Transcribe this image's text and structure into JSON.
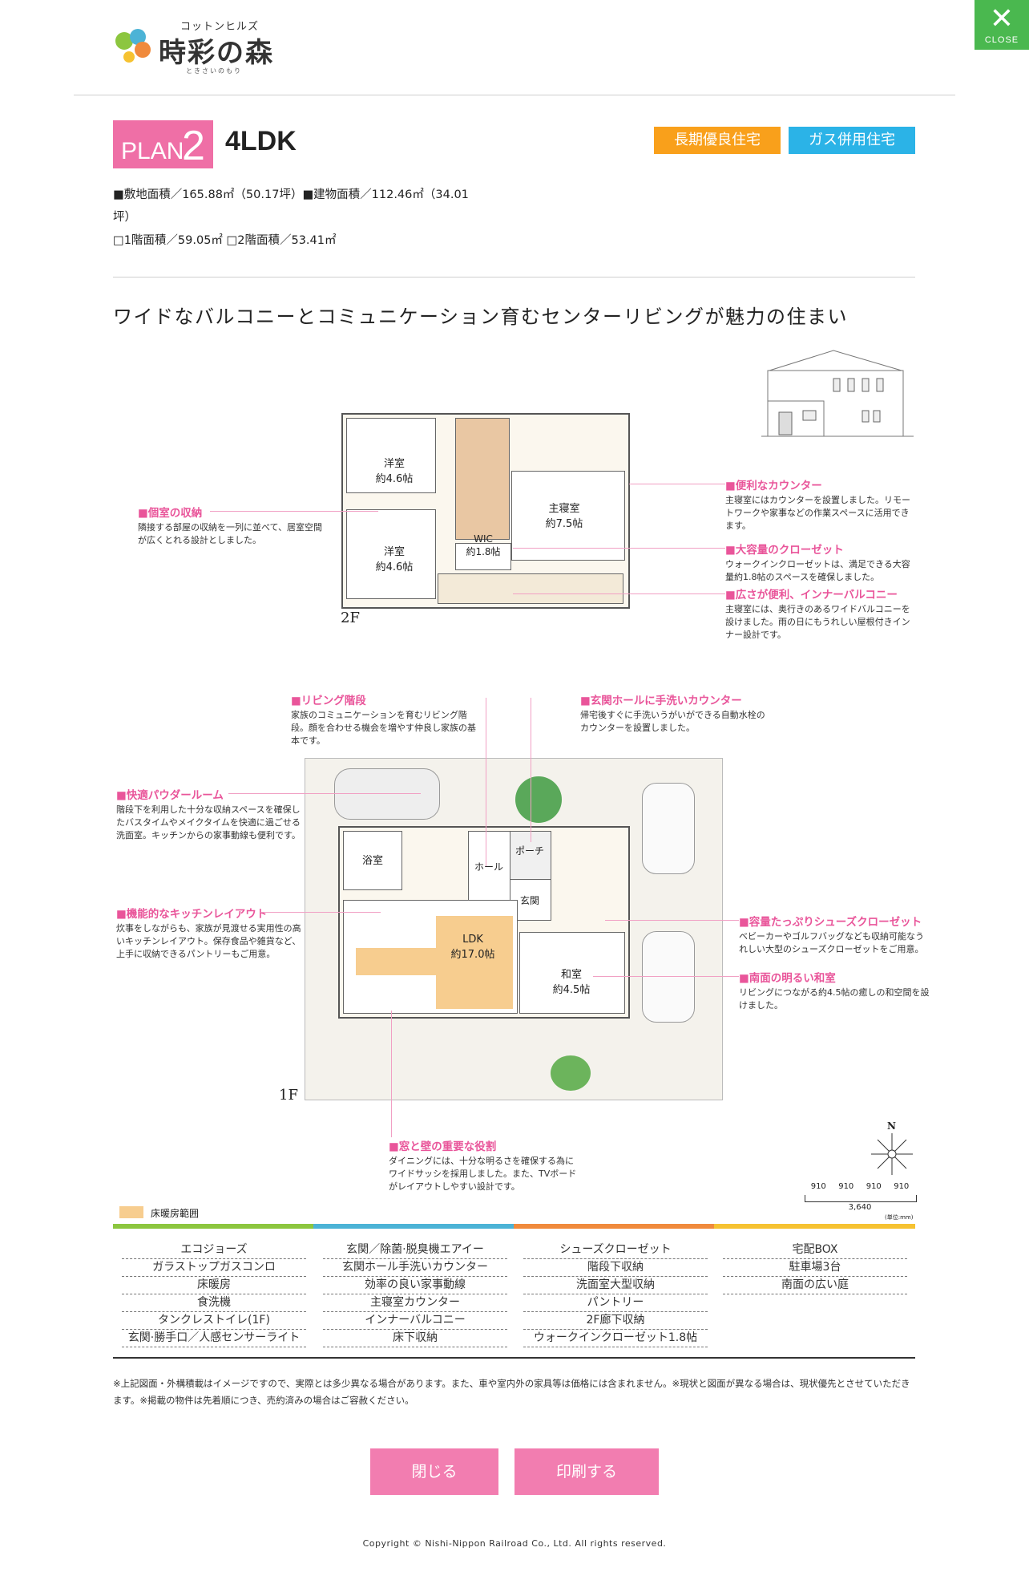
{
  "header": {
    "logo_kana": "コットンヒルズ",
    "logo_name": "時彩の森",
    "logo_reading": "ときさいのもり",
    "close_label": "CLOSE"
  },
  "plan": {
    "badge_prefix": "PLAN",
    "badge_number": "2",
    "layout": "4LDK",
    "tags": [
      "長期優良住宅",
      "ガス併用住宅"
    ],
    "spec_line1": "■敷地面積／165.88㎡（50.17坪）■建物面積／112.46㎡（34.01",
    "spec_line2": "坪）",
    "spec_line3": "□1階面積／59.05㎡ □2階面積／53.41㎡"
  },
  "catchcopy": "ワイドなバルコニーとコミュニケーション育むセンターリビングが魅力の住まい",
  "floor2": {
    "label": "2F",
    "rooms": [
      {
        "name": "洋室",
        "size": "約4.6帖"
      },
      {
        "name": "洋室",
        "size": "約4.6帖"
      },
      {
        "name": "主寝室",
        "size": "約7.5帖"
      },
      {
        "name": "WIC",
        "size": "約1.8帖"
      }
    ],
    "callouts": [
      {
        "title": "■個室の収納",
        "desc": "隣接する部屋の収納を一列に並べて、居室空間が広くとれる設計としました。"
      },
      {
        "title": "■便利なカウンター",
        "desc": "主寝室にはカウンターを設置しました。リモートワークや家事などの作業スペースに活用できます。"
      },
      {
        "title": "■大容量のクローゼット",
        "desc": "ウォークインクローゼットは、満足できる大容量約1.8帖のスペースを確保しました。"
      },
      {
        "title": "■広さが便利、インナーバルコニー",
        "desc": "主寝室には、奥行きのあるワイドバルコニーを設けました。雨の日にもうれしい屋根付きインナー設計です。"
      }
    ]
  },
  "floor1": {
    "label": "1F",
    "rooms": [
      {
        "name": "浴室"
      },
      {
        "name": "ホール"
      },
      {
        "name": "ポーチ"
      },
      {
        "name": "玄関"
      },
      {
        "name": "LDK",
        "size": "約17.0帖"
      },
      {
        "name": "和室",
        "size": "約4.5帖"
      }
    ],
    "callouts": [
      {
        "title": "■リビング階段",
        "desc": "家族のコミュニケーションを育むリビング階段。顔を合わせる機会を増やす仲良し家族の基本です。"
      },
      {
        "title": "■玄関ホールに手洗いカウンター",
        "desc": "帰宅後すぐに手洗いうがいができる自動水栓のカウンターを設置しました。"
      },
      {
        "title": "■快適パウダールーム",
        "desc": "階段下を利用した十分な収納スペースを確保したバスタイムやメイクタイムを快適に過ごせる洗面室。キッチンからの家事動線も便利です。"
      },
      {
        "title": "■機能的なキッチンレイアウト",
        "desc": "炊事をしながらも、家族が見渡せる実用性の高いキッチンレイアウト。保存食品や雑貨など、上手に収納できるパントリーもご用意。"
      },
      {
        "title": "■容量たっぷりシューズクローゼット",
        "desc": "ベビーカーやゴルフバッグなども収納可能なうれしい大型のシューズクローゼットをご用意。"
      },
      {
        "title": "■南面の明るい和室",
        "desc": "リビングにつながる約4.5帖の癒しの和空間を設けました。"
      },
      {
        "title": "■窓と壁の重要な役割",
        "desc": "ダイニングには、十分な明るさを確保する為にワイドサッシを採用しました。また、TVボードがレイアウトしやすい設計です。"
      }
    ],
    "compass": "N",
    "scale_marks": [
      "910",
      "910",
      "910",
      "910"
    ],
    "scale_total": "3,640",
    "scale_unit": "(単位:mm)",
    "legend": "床暖房範囲"
  },
  "colors": {
    "accent_pink": "#ef6fa6",
    "close_green": "#4ab84f",
    "tag_orange": "#f9a01b",
    "tag_blue": "#2bb3e7",
    "bar_green": "#8cc63f",
    "bar_blue": "#4cb3d6",
    "bar_orange": "#f08a3c",
    "bar_yellow": "#f6c231"
  },
  "features": [
    [
      "エコジョーズ",
      "ガラストップガスコンロ",
      "床暖房",
      "食洗機",
      "タンクレストイレ(1F)",
      "玄関·勝手口／人感センサーライト"
    ],
    [
      "玄関／除菌·脱臭機エアイー",
      "玄関ホール手洗いカウンター",
      "効率の良い家事動線",
      "主寝室カウンター",
      "インナーバルコニー",
      "床下収納"
    ],
    [
      "シューズクローゼット",
      "階段下収納",
      "洗面室大型収納",
      "パントリー",
      "2F廊下収納",
      "ウォークインクローゼット1.8帖"
    ],
    [
      "宅配BOX",
      "駐車場3台",
      "南面の広い庭"
    ]
  ],
  "notes": "※上記図面・外構積載はイメージですので、実際とは多少異なる場合があります。また、車や室内外の家具等は価格には含まれません。※現状と図面が異なる場合は、現状優先とさせていただきます。※掲載の物件は先着順につき、売約済みの場合はご容赦ください。",
  "buttons": {
    "close": "閉じる",
    "print": "印刷する"
  },
  "copyright": "Copyright © Nishi-Nippon Railroad Co., Ltd. All rights reserved."
}
